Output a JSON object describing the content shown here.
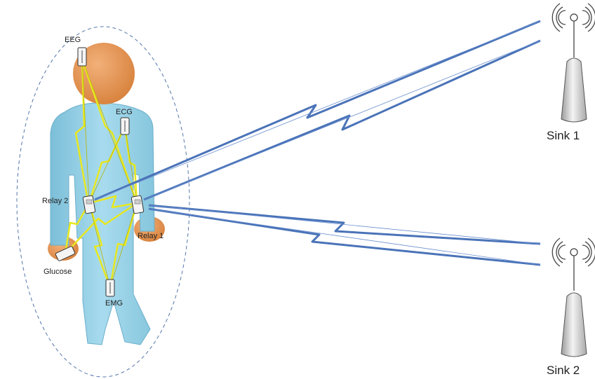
{
  "sensors": {
    "eeg": "EEG",
    "ecg": "ECG",
    "relay2": "Relay 2",
    "relay1": "Relay 1",
    "glucose": "Glucose",
    "emg": "EMG"
  },
  "sinks": {
    "sink1": "Sink 1",
    "sink2": "Sink 2"
  },
  "colors": {
    "body": "#9fd3e6",
    "skin": "#e0914f",
    "link": "#e8e820",
    "radio": "#4a73b8"
  }
}
